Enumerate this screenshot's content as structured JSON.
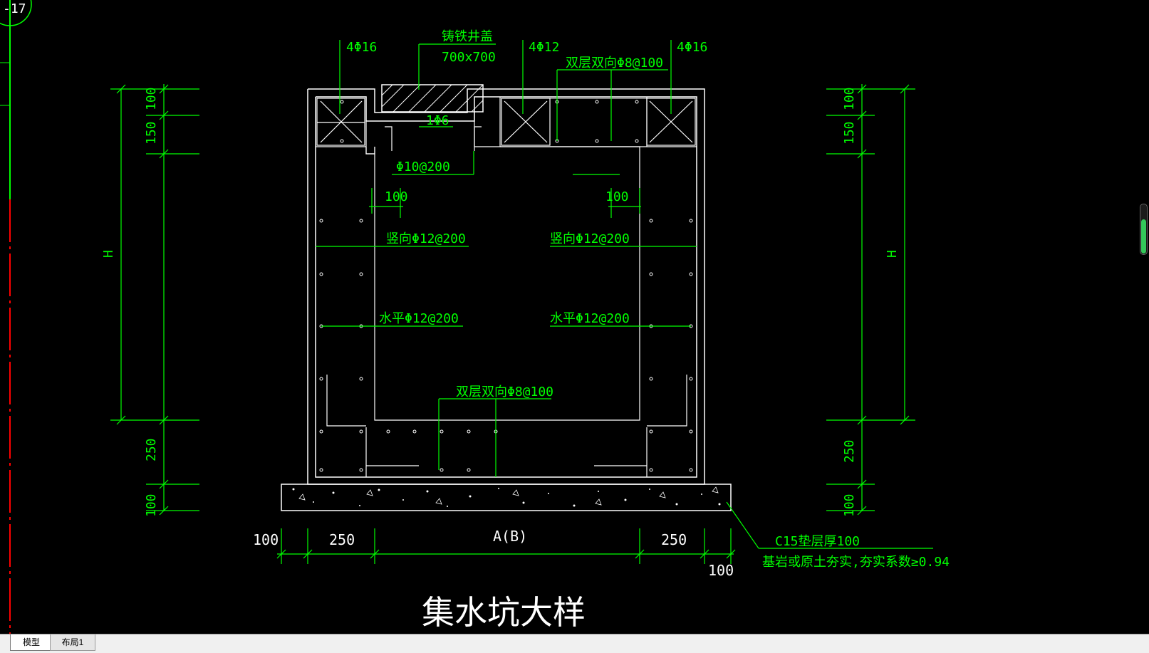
{
  "layout_tabs": [
    {
      "label": "模型",
      "active": true
    },
    {
      "label": "布局1",
      "active": false
    }
  ],
  "drawing": {
    "title": "集水坑大样",
    "viewport_label": "-17",
    "labels": {
      "cover_name": "铸铁井盖",
      "cover_size": "700x700",
      "rebar_left": "4Φ16",
      "rebar_mid": "4Φ12",
      "rebar_right": "4Φ16",
      "top_slab": "双层双向Φ8@100",
      "one_phi6": "1Φ6",
      "phi10": "Φ10@200",
      "vert_left": "竖向Φ12@200",
      "vert_right": "竖向Φ12@200",
      "horiz_left": "水平Φ12@200",
      "horiz_right": "水平Φ12@200",
      "bottom_slab": "双层双向Φ8@100",
      "cushion": "C15垫层厚100",
      "soil": "基岩或原土夯实,夯实系数≥0.94"
    },
    "dims": {
      "d100": "100",
      "d150": "150",
      "d250": "250",
      "h": "H",
      "ab": "A(B)"
    }
  },
  "colors": {
    "dim_line": "#00ff00",
    "text": "#00ff00",
    "outline": "#ffffff",
    "grid_line": "#ff0000",
    "background": "#000000"
  }
}
